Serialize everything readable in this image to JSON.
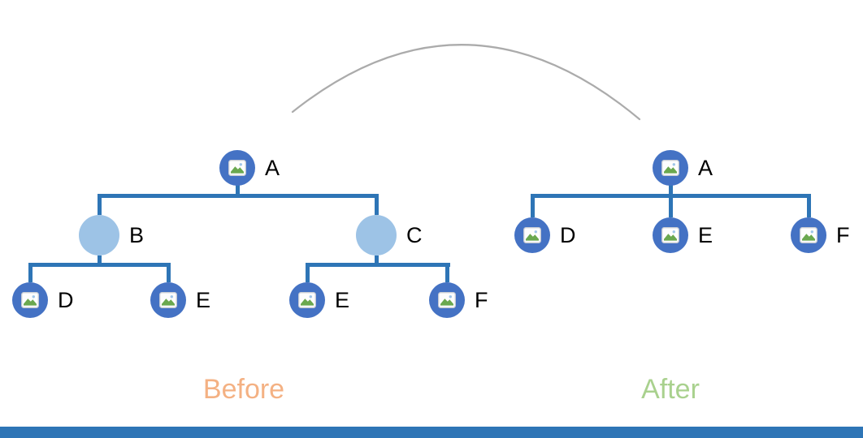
{
  "captions": {
    "before": "Before",
    "after": "After"
  },
  "colors": {
    "node_fill": "#4472C4",
    "node_fill_light": "#9DC3E6",
    "connector": "#2E75B6",
    "arc": "#ABABAB",
    "before_text": "#F4B183",
    "after_text": "#A9D18E",
    "footer_bar": "#2E75B6"
  },
  "icons": {
    "node_icon": "picture-icon"
  },
  "before_tree": {
    "root": "A",
    "branches": [
      "B",
      "C"
    ],
    "branch_b_children": [
      "D",
      "E"
    ],
    "branch_c_children": [
      "E",
      "F"
    ]
  },
  "after_tree": {
    "root": "A",
    "children": [
      "D",
      "E",
      "F"
    ]
  }
}
